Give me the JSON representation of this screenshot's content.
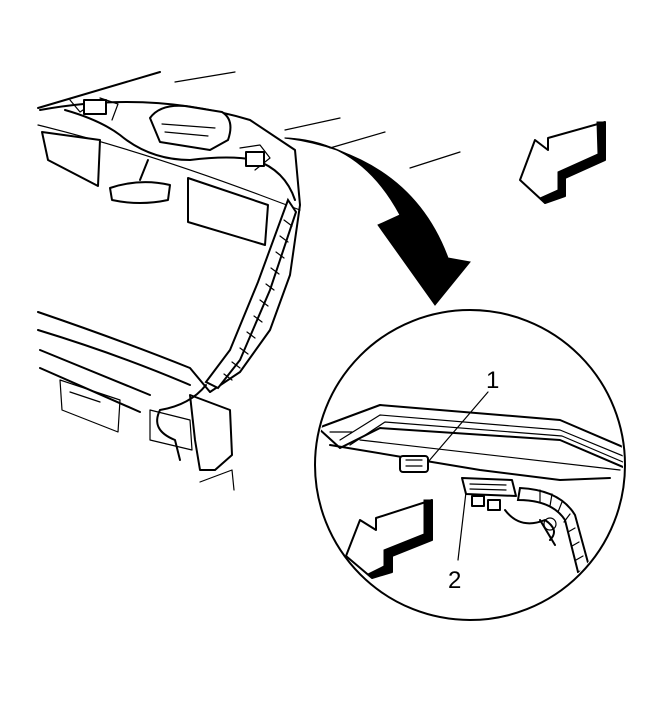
{
  "callouts": [
    {
      "id": "1",
      "label": "1"
    },
    {
      "id": "2",
      "label": "2"
    }
  ],
  "colors": {
    "line": "#000000",
    "background": "#ffffff"
  }
}
